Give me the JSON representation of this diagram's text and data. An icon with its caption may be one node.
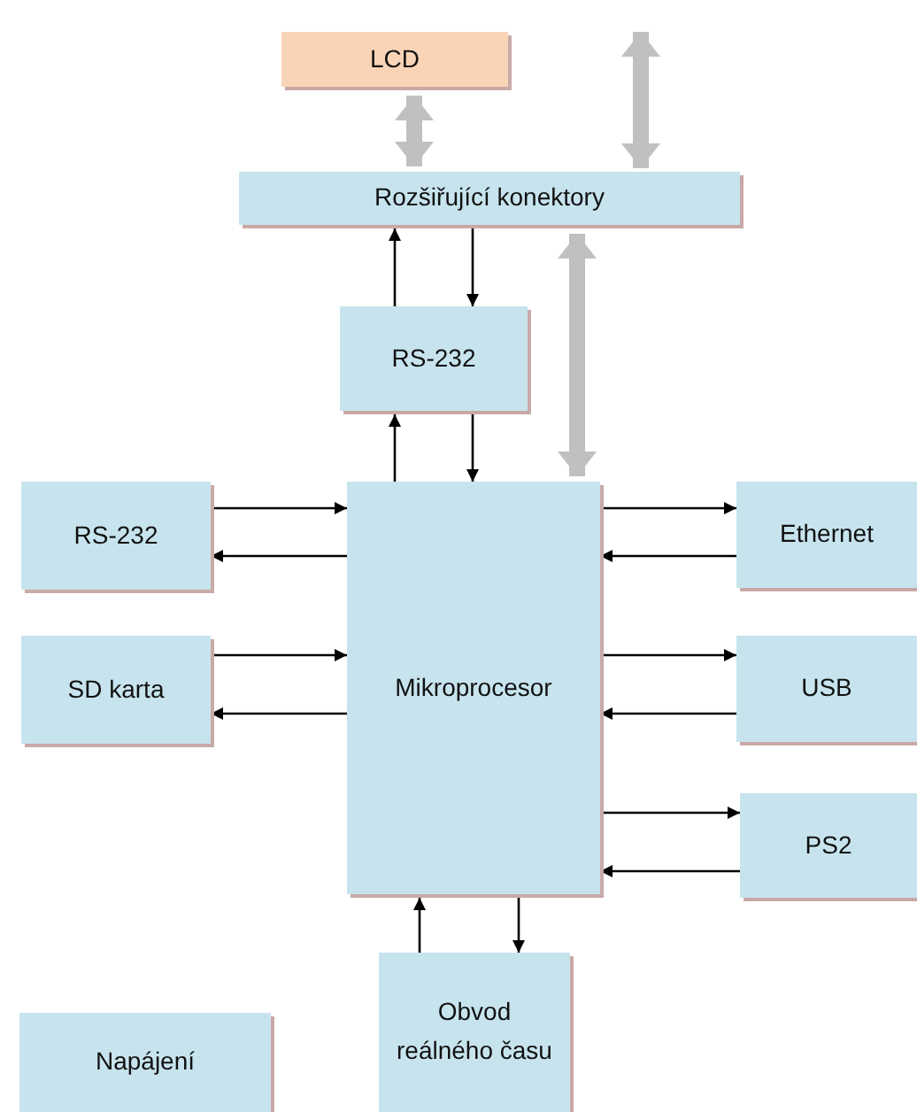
{
  "diagram": {
    "nodes": [
      {
        "text": [
          "LCD"
        ]
      },
      {
        "text": [
          "Rozšiřující konektory"
        ]
      },
      {
        "text": [
          "RS-232"
        ]
      },
      {
        "text": [
          "RS-232"
        ]
      },
      {
        "text": [
          "Mikroprocesor"
        ]
      },
      {
        "text": [
          "Ethernet"
        ]
      },
      {
        "text": [
          "SD karta"
        ]
      },
      {
        "text": [
          "USB"
        ]
      },
      {
        "text": [
          "PS2"
        ]
      },
      {
        "text": [
          "Obvod reálného času"
        ]
      },
      {
        "text": [
          "Napájení"
        ]
      }
    ],
    "edges": [
      {
        "from": 0,
        "to": 1,
        "arrow": "both",
        "style": "thick",
        "color": "#c0c0c0"
      },
      {
        "from": null,
        "to": 1,
        "arrow": "both",
        "style": "thick",
        "color": "#c0c0c0"
      },
      {
        "from": 1,
        "to": 4,
        "arrow": "both",
        "style": "thick",
        "color": "#c0c0c0"
      },
      {
        "from": 2,
        "to": 1,
        "arrow": "to"
      },
      {
        "from": 1,
        "to": 2,
        "arrow": "to"
      },
      {
        "from": 4,
        "to": 2,
        "arrow": "to"
      },
      {
        "from": 2,
        "to": 4,
        "arrow": "to"
      },
      {
        "from": 3,
        "to": 4,
        "arrow": "to"
      },
      {
        "from": 4,
        "to": 3,
        "arrow": "to"
      },
      {
        "from": 6,
        "to": 4,
        "arrow": "to"
      },
      {
        "from": 4,
        "to": 6,
        "arrow": "to"
      },
      {
        "from": 4,
        "to": 5,
        "arrow": "to"
      },
      {
        "from": 5,
        "to": 4,
        "arrow": "to"
      },
      {
        "from": 4,
        "to": 7,
        "arrow": "to"
      },
      {
        "from": 7,
        "to": 4,
        "arrow": "to"
      },
      {
        "from": 4,
        "to": 8,
        "arrow": "to"
      },
      {
        "from": 8,
        "to": 4,
        "arrow": "to"
      },
      {
        "from": 9,
        "to": 4,
        "arrow": "to"
      },
      {
        "from": 4,
        "to": 9,
        "arrow": "to"
      }
    ]
  }
}
